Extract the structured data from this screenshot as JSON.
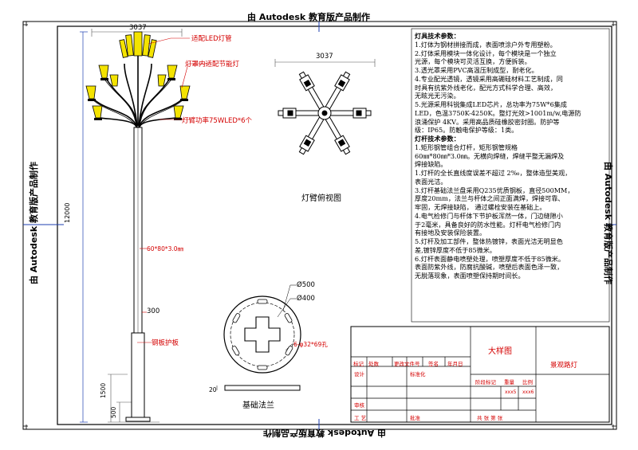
{
  "watermark": {
    "top": "由 Autodesk 教育版产品制作",
    "bottom": "由 Autodesk 教育版产品制作",
    "left": "由 Autodesk 教育版产品制作",
    "right": "由 Autodesk 教育版产品制作"
  },
  "elevation": {
    "top_width": "3037",
    "label_led_tube": "适配LED灯管",
    "label_energy_lamp": "灯罩内适配节能灯",
    "label_arm_power": "灯臂功率75WLED*6个",
    "height_total": "12000",
    "pole_spec": "60*80*3.0㎜",
    "dim_300": "300",
    "base_guard": "钢板护板",
    "dim_1500": "1500",
    "dim_500": "500"
  },
  "plan_view": {
    "width": "3037",
    "caption": "灯臂俯视图"
  },
  "flange": {
    "d_outer": "Ø500",
    "d_inner": "Ø400",
    "holes": "6-φ32*69孔",
    "thickness": "20",
    "caption": "基础法兰"
  },
  "notes": {
    "lamp_title": "灯具技术参数：",
    "lamp_items": [
      "1.灯体为钢材拼接而成，表面喷涂户外专用塑粉。",
      "2.灯体采用模块一体化设计，每个模块是一个独立",
      "光源，每个模块可灵活互换，方便拆装。",
      "3.透光罩采用PVC高温压制成型，耐老化。",
      "4.专业配光透镜，透镜采用高硼硅材料工艺制成，同",
      "时具有抗紫外线老化，配光方式科学合理、高效，",
      "无眩光无污染。",
      "5.光源采用科锐集成LED芯片，总功率为75W*6集成",
      "LED，色温3750K-4250K。整灯光效>1001m/w,电源防",
      "浪涌保护   4KV。采用高品质硅橡胶密封圈。防护等",
      "级：IP65。防触电保护等级：1类。"
    ],
    "pole_title": "灯杆技术参数：",
    "pole_items": [
      "1.矩形钢管组合灯杆，矩形钢管规格",
      "60㎜*80㎜*3.0㎜。无横向焊缝，焊缝平整无漏焊及",
      "焊接缺陷。",
      "1.灯杆的全长直线度误差不超过 2‰，整体造型美观，",
      "表面光洁。",
      "3.灯杆基础法兰盘采用Q235优质钢板，直径500MM，",
      "厚度20mm，法兰与杆体之间正面满焊，焊接可靠、",
      "牢固，无焊接缺陷，  通过螺栓安装在基础上。",
      "4.电气检修门与杆体下节护板浑然一体，门边缝隙小",
      "于2毫米，具备良好的防水性能。灯杆电气检修门内",
      "有接地及安装保险装置。",
      "5.灯杆及加工部件，整体热镀锌，表面光洁无明显色",
      "差,镀锌厚度不低于85微米。",
      "6.灯杆表面静电喷塑处理，喷塑厚度不低于85微米。",
      "表面防紫外线，防腐抗酸碱，喷塑后表面色泽一致，",
      "无脱落现象，表面喷塑保持期时间长。"
    ]
  },
  "title_block": {
    "drawing_type": "大样图",
    "drawing_name": "景观路灯",
    "row1": [
      "标记",
      "处数",
      "更改文件号",
      "签名",
      "年月日"
    ],
    "design": "设计",
    "standard": "标准化",
    "stage_mark": "阶段标记",
    "weight": "重量",
    "scale": "比例",
    "scale_a": "xxx5",
    "scale_b": "xxx6",
    "review": "审核",
    "process": "工 艺",
    "approve": "批准",
    "sheet_info": "共   张  第   张"
  }
}
